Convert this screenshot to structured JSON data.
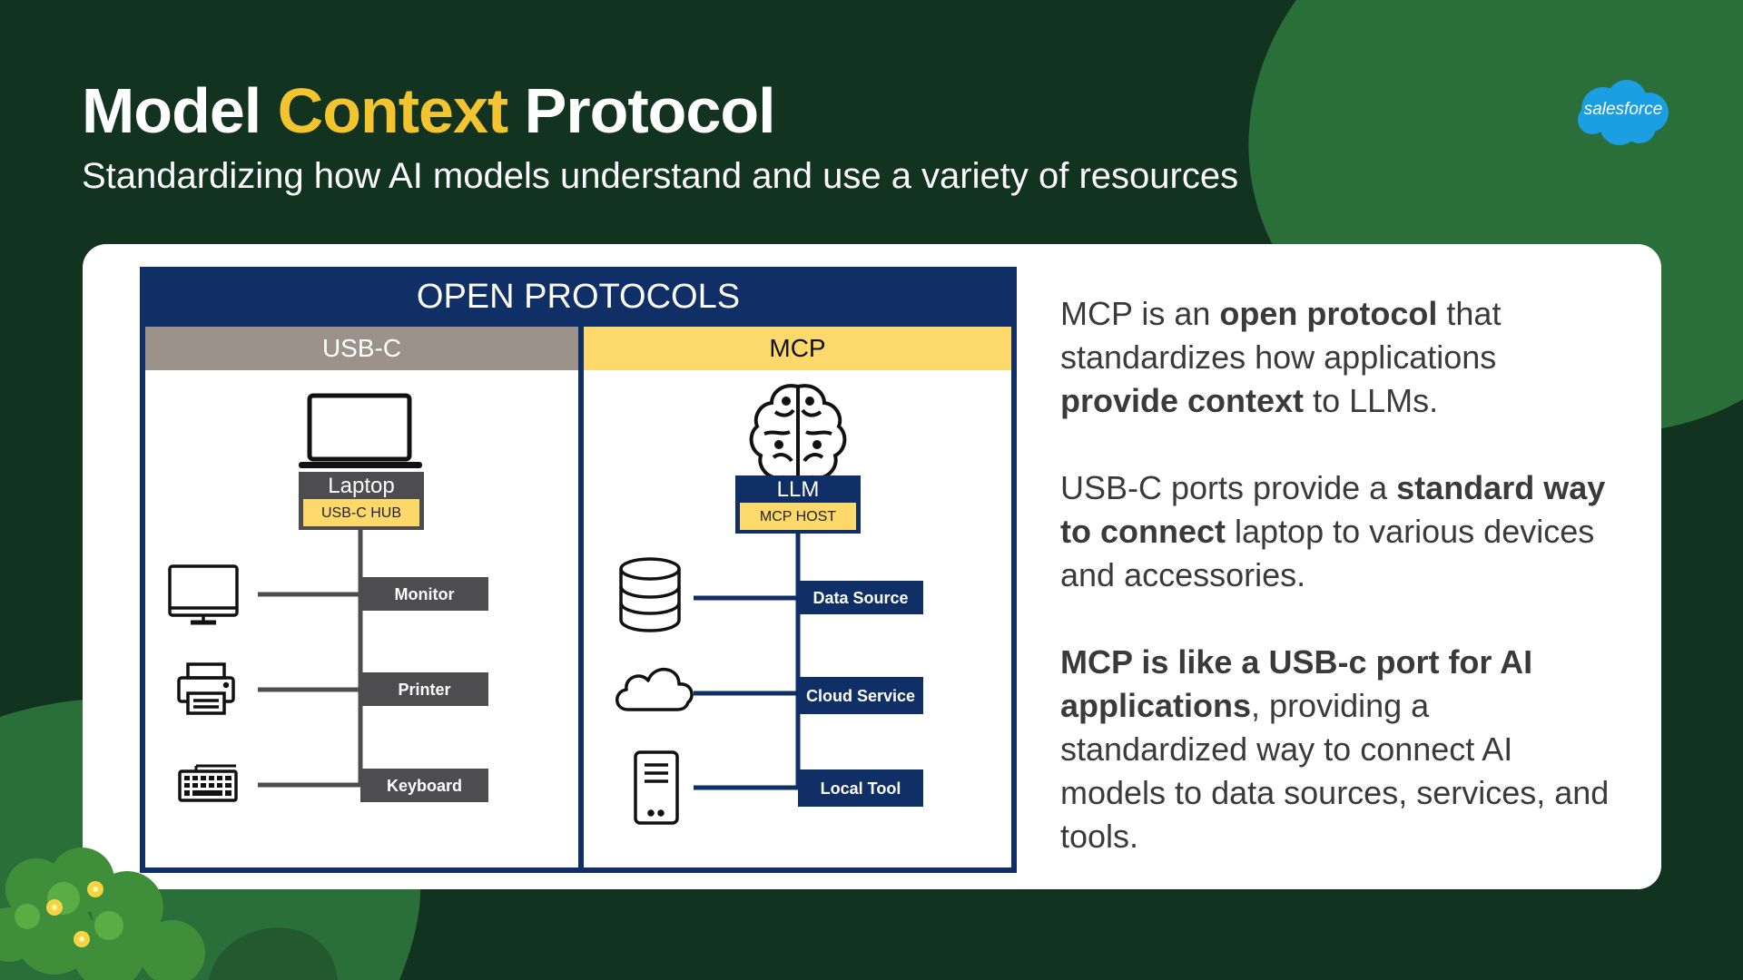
{
  "slide": {
    "title_part1": "Model ",
    "title_accent": "Context",
    "title_part2": " Protocol",
    "subtitle": "Standardizing how AI models understand and use a variety of resources",
    "logo_text": "salesforce"
  },
  "diagram": {
    "header": "OPEN PROTOCOLS",
    "usbc": {
      "column_label": "USB-C",
      "hub_label": "Laptop",
      "hub_sublabel": "USB-C HUB",
      "devices": [
        {
          "label": "Monitor",
          "icon": "monitor-icon"
        },
        {
          "label": "Printer",
          "icon": "printer-icon"
        },
        {
          "label": "Keyboard",
          "icon": "keyboard-icon"
        }
      ]
    },
    "mcp": {
      "column_label": "MCP",
      "hub_label": "LLM",
      "hub_sublabel": "MCP HOST",
      "resources": [
        {
          "label": "Data Source",
          "icon": "database-icon"
        },
        {
          "label": "Cloud Service",
          "icon": "cloud-icon"
        },
        {
          "label": "Local Tool",
          "icon": "server-icon"
        }
      ]
    }
  },
  "description": {
    "p1_a": "MCP is an ",
    "p1_b": "open protocol",
    "p1_c": " that standardizes how applications ",
    "p1_d": "provide context",
    "p1_e": " to LLMs.",
    "p2_a": "USB-C ports provide a ",
    "p2_b": "standard way to connect",
    "p2_c": " laptop to various devices and accessories.",
    "p3_a": "MCP is like a USB-c port for AI applications",
    "p3_b": ", providing a standardized way to connect AI models to data sources, services, and tools."
  },
  "colors": {
    "background": "#12331f",
    "accent_yellow": "#f2c530",
    "navy": "#0f2f66",
    "usb_gray": "#9c928a",
    "mcp_yellow": "#fcd96a",
    "device_box": "#4d4d4f",
    "salesforce_blue": "#1b9ee2"
  }
}
